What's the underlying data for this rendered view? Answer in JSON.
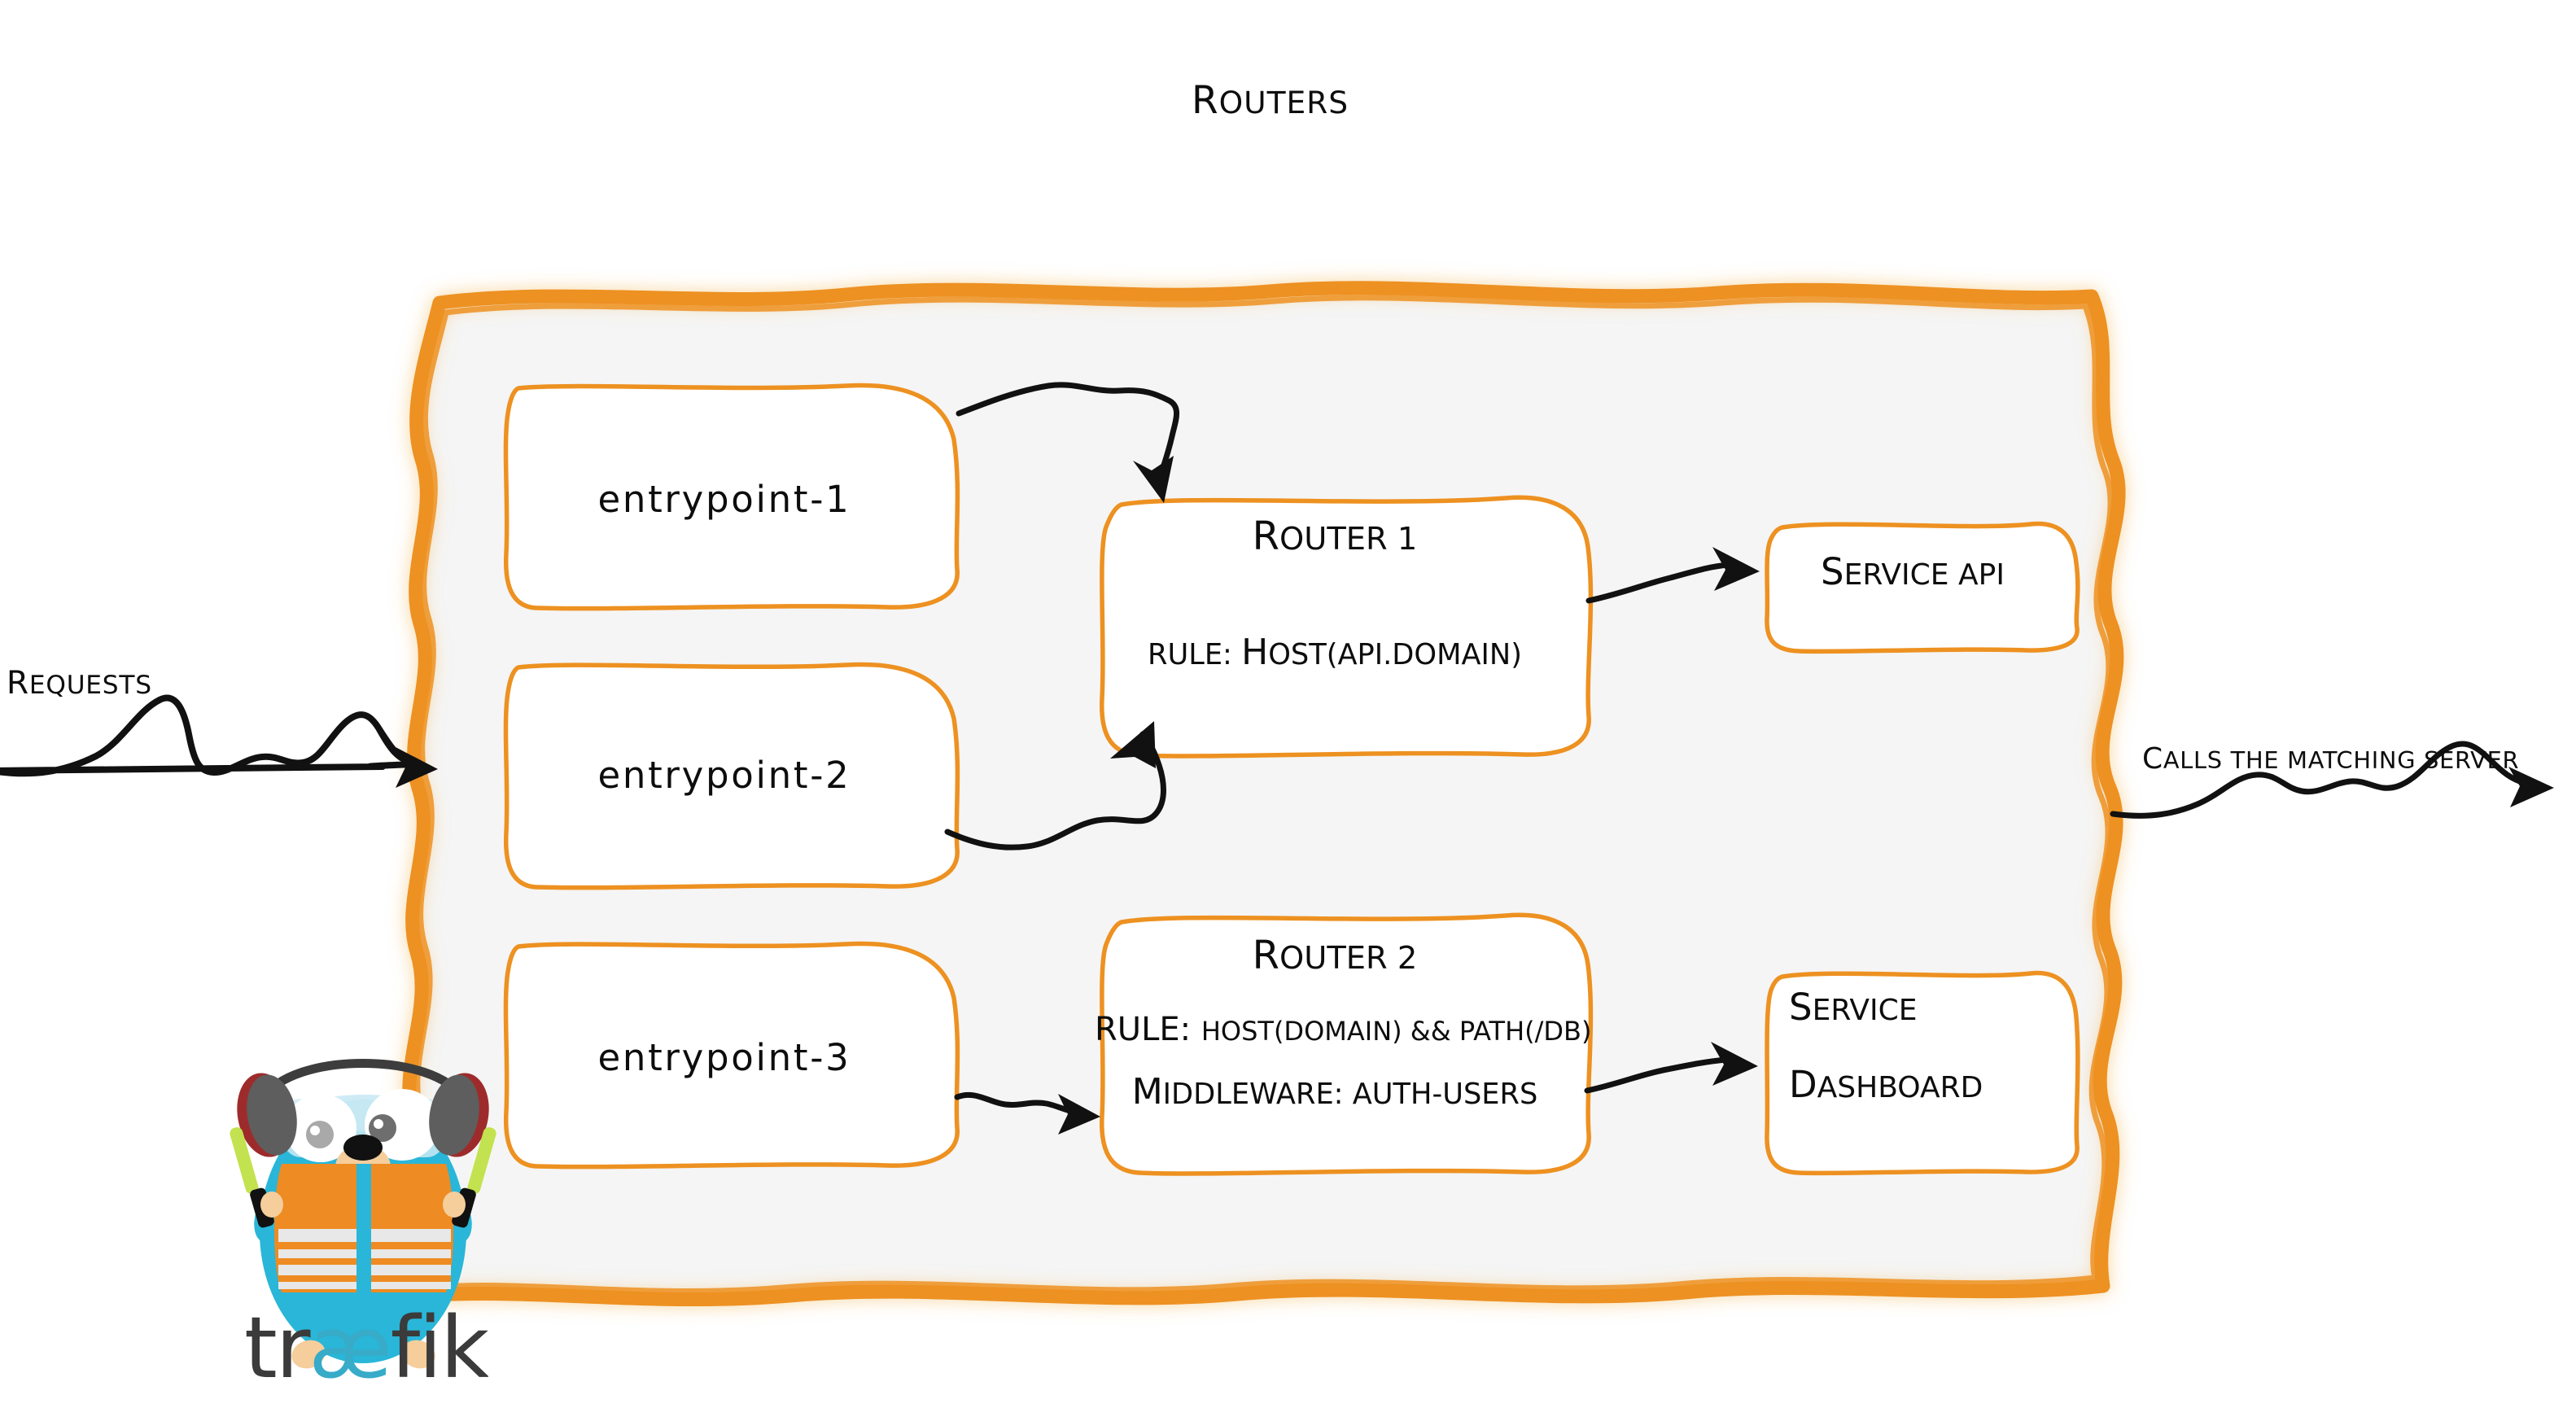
{
  "diagram": {
    "title": "Routers",
    "accent_color": "#ED9121",
    "container_fill": "#f5f5f5",
    "ink_color": "#0d0d0d",
    "page_background": "#ffffff"
  },
  "flow_labels": {
    "incoming": "Requests",
    "outgoing": "Calls the matching server"
  },
  "entrypoints": [
    {
      "id": "entrypoint-1",
      "label": "entrypoint-1"
    },
    {
      "id": "entrypoint-2",
      "label": "entrypoint-2"
    },
    {
      "id": "entrypoint-3",
      "label": "entrypoint-3"
    }
  ],
  "routers": [
    {
      "id": "router-1",
      "title": "Router 1",
      "rule": "rule: Host(api.domain)",
      "middleware": null
    },
    {
      "id": "router-2",
      "title": "Router 2",
      "rule": "rule: Host(domain) && Path(/db)",
      "middleware": "Middleware: auth-users"
    }
  ],
  "services": [
    {
      "id": "service-api",
      "label": "Service API",
      "lines": [
        "Service API"
      ]
    },
    {
      "id": "service-dashboard",
      "label": "Service Dashboard",
      "lines": [
        "Service",
        "Dashboard"
      ]
    }
  ],
  "brand": {
    "name": "traefik",
    "wordmark_prefix": "tr",
    "wordmark_ligature": "æ",
    "wordmark_suffix": "fik",
    "wordmark_color": "#3b3b3b",
    "ligature_color": "#37ABC8",
    "mascot": "traefik-gopher-mascot",
    "mascot_body_color": "#29B6D8",
    "mascot_vest_color": "#EE8B22",
    "mascot_wand_color": "#C3E24F"
  },
  "connections": [
    {
      "from": "entrypoint-1",
      "to": "router-1"
    },
    {
      "from": "entrypoint-2",
      "to": "router-1"
    },
    {
      "from": "entrypoint-3",
      "to": "router-2"
    },
    {
      "from": "router-1",
      "to": "service-api"
    },
    {
      "from": "router-2",
      "to": "service-dashboard"
    }
  ]
}
